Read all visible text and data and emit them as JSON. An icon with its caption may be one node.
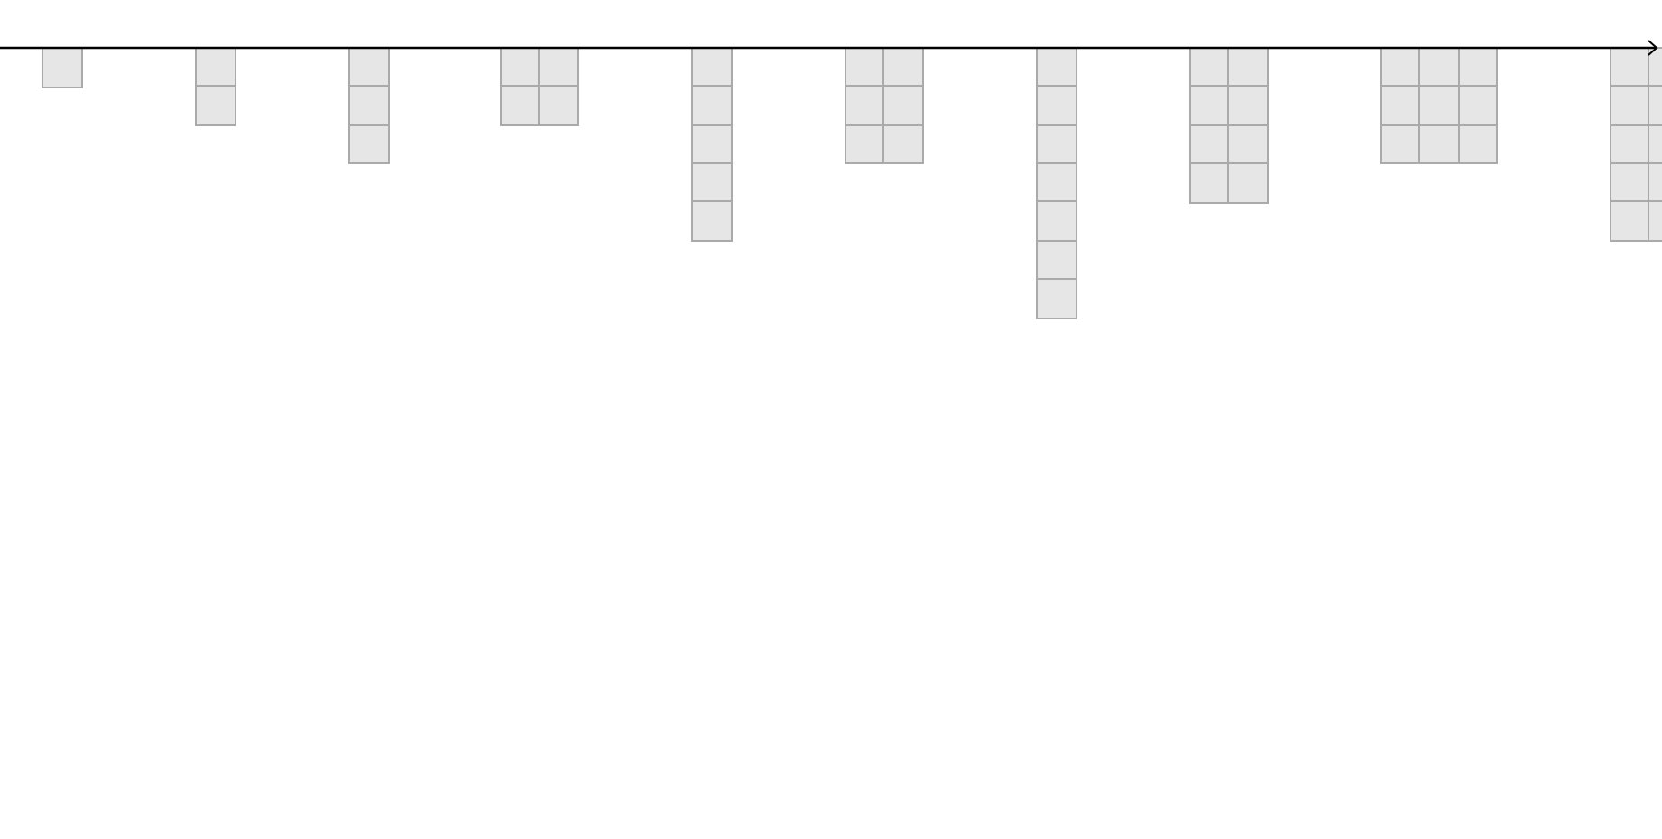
{
  "diagram": {
    "nodes": [
      {
        "text": [],
        "shape": "box"
      },
      {
        "text": [],
        "shape": "box"
      },
      {
        "text": [],
        "shape": "box"
      },
      {
        "text": [],
        "shape": "box"
      },
      {
        "text": [],
        "shape": "box"
      },
      {
        "text": [],
        "shape": "box"
      },
      {
        "text": [],
        "shape": "box"
      },
      {
        "text": [],
        "shape": "box"
      },
      {
        "text": [],
        "shape": "box"
      },
      {
        "text": [],
        "shape": "box"
      },
      {
        "text": [],
        "shape": "box"
      },
      {
        "text": [],
        "shape": "box"
      },
      {
        "text": [],
        "shape": "box"
      },
      {
        "text": [],
        "shape": "box"
      },
      {
        "text": [],
        "shape": "box"
      },
      {
        "text": [],
        "shape": "box"
      },
      {
        "text": [],
        "shape": "box"
      },
      {
        "text": [],
        "shape": "box"
      },
      {
        "text": [],
        "shape": "box"
      },
      {
        "text": [],
        "shape": "box"
      },
      {
        "text": [],
        "shape": "box"
      },
      {
        "text": [],
        "shape": "box"
      },
      {
        "text": [],
        "shape": "box"
      },
      {
        "text": [],
        "shape": "box"
      },
      {
        "text": [],
        "shape": "box"
      },
      {
        "text": [],
        "shape": "box"
      },
      {
        "text": [],
        "shape": "box"
      },
      {
        "text": [],
        "shape": "box"
      },
      {
        "text": [],
        "shape": "box"
      },
      {
        "text": [],
        "shape": "box"
      },
      {
        "text": [],
        "shape": "box"
      },
      {
        "text": [],
        "shape": "box"
      },
      {
        "text": [],
        "shape": "box"
      },
      {
        "text": [],
        "shape": "box"
      },
      {
        "text": [],
        "shape": "box"
      },
      {
        "text": [],
        "shape": "box"
      },
      {
        "text": [],
        "shape": "box"
      },
      {
        "text": [],
        "shape": "box"
      },
      {
        "text": [],
        "shape": "box"
      },
      {
        "text": [],
        "shape": "box"
      },
      {
        "text": [],
        "shape": "box"
      },
      {
        "text": [],
        "shape": "box"
      },
      {
        "text": [],
        "shape": "box"
      },
      {
        "text": [],
        "shape": "box"
      },
      {
        "text": [],
        "shape": "box"
      },
      {
        "text": [],
        "shape": "box"
      },
      {
        "text": [],
        "shape": "box"
      },
      {
        "text": [],
        "shape": "box"
      },
      {
        "text": [],
        "shape": "box"
      },
      {
        "text": [],
        "shape": "box"
      },
      {
        "text": [],
        "shape": "box"
      },
      {
        "text": [],
        "shape": "box"
      },
      {
        "text": [],
        "shape": "box"
      },
      {
        "text": [],
        "shape": "box"
      },
      {
        "text": [],
        "shape": "box"
      }
    ]
  }
}
